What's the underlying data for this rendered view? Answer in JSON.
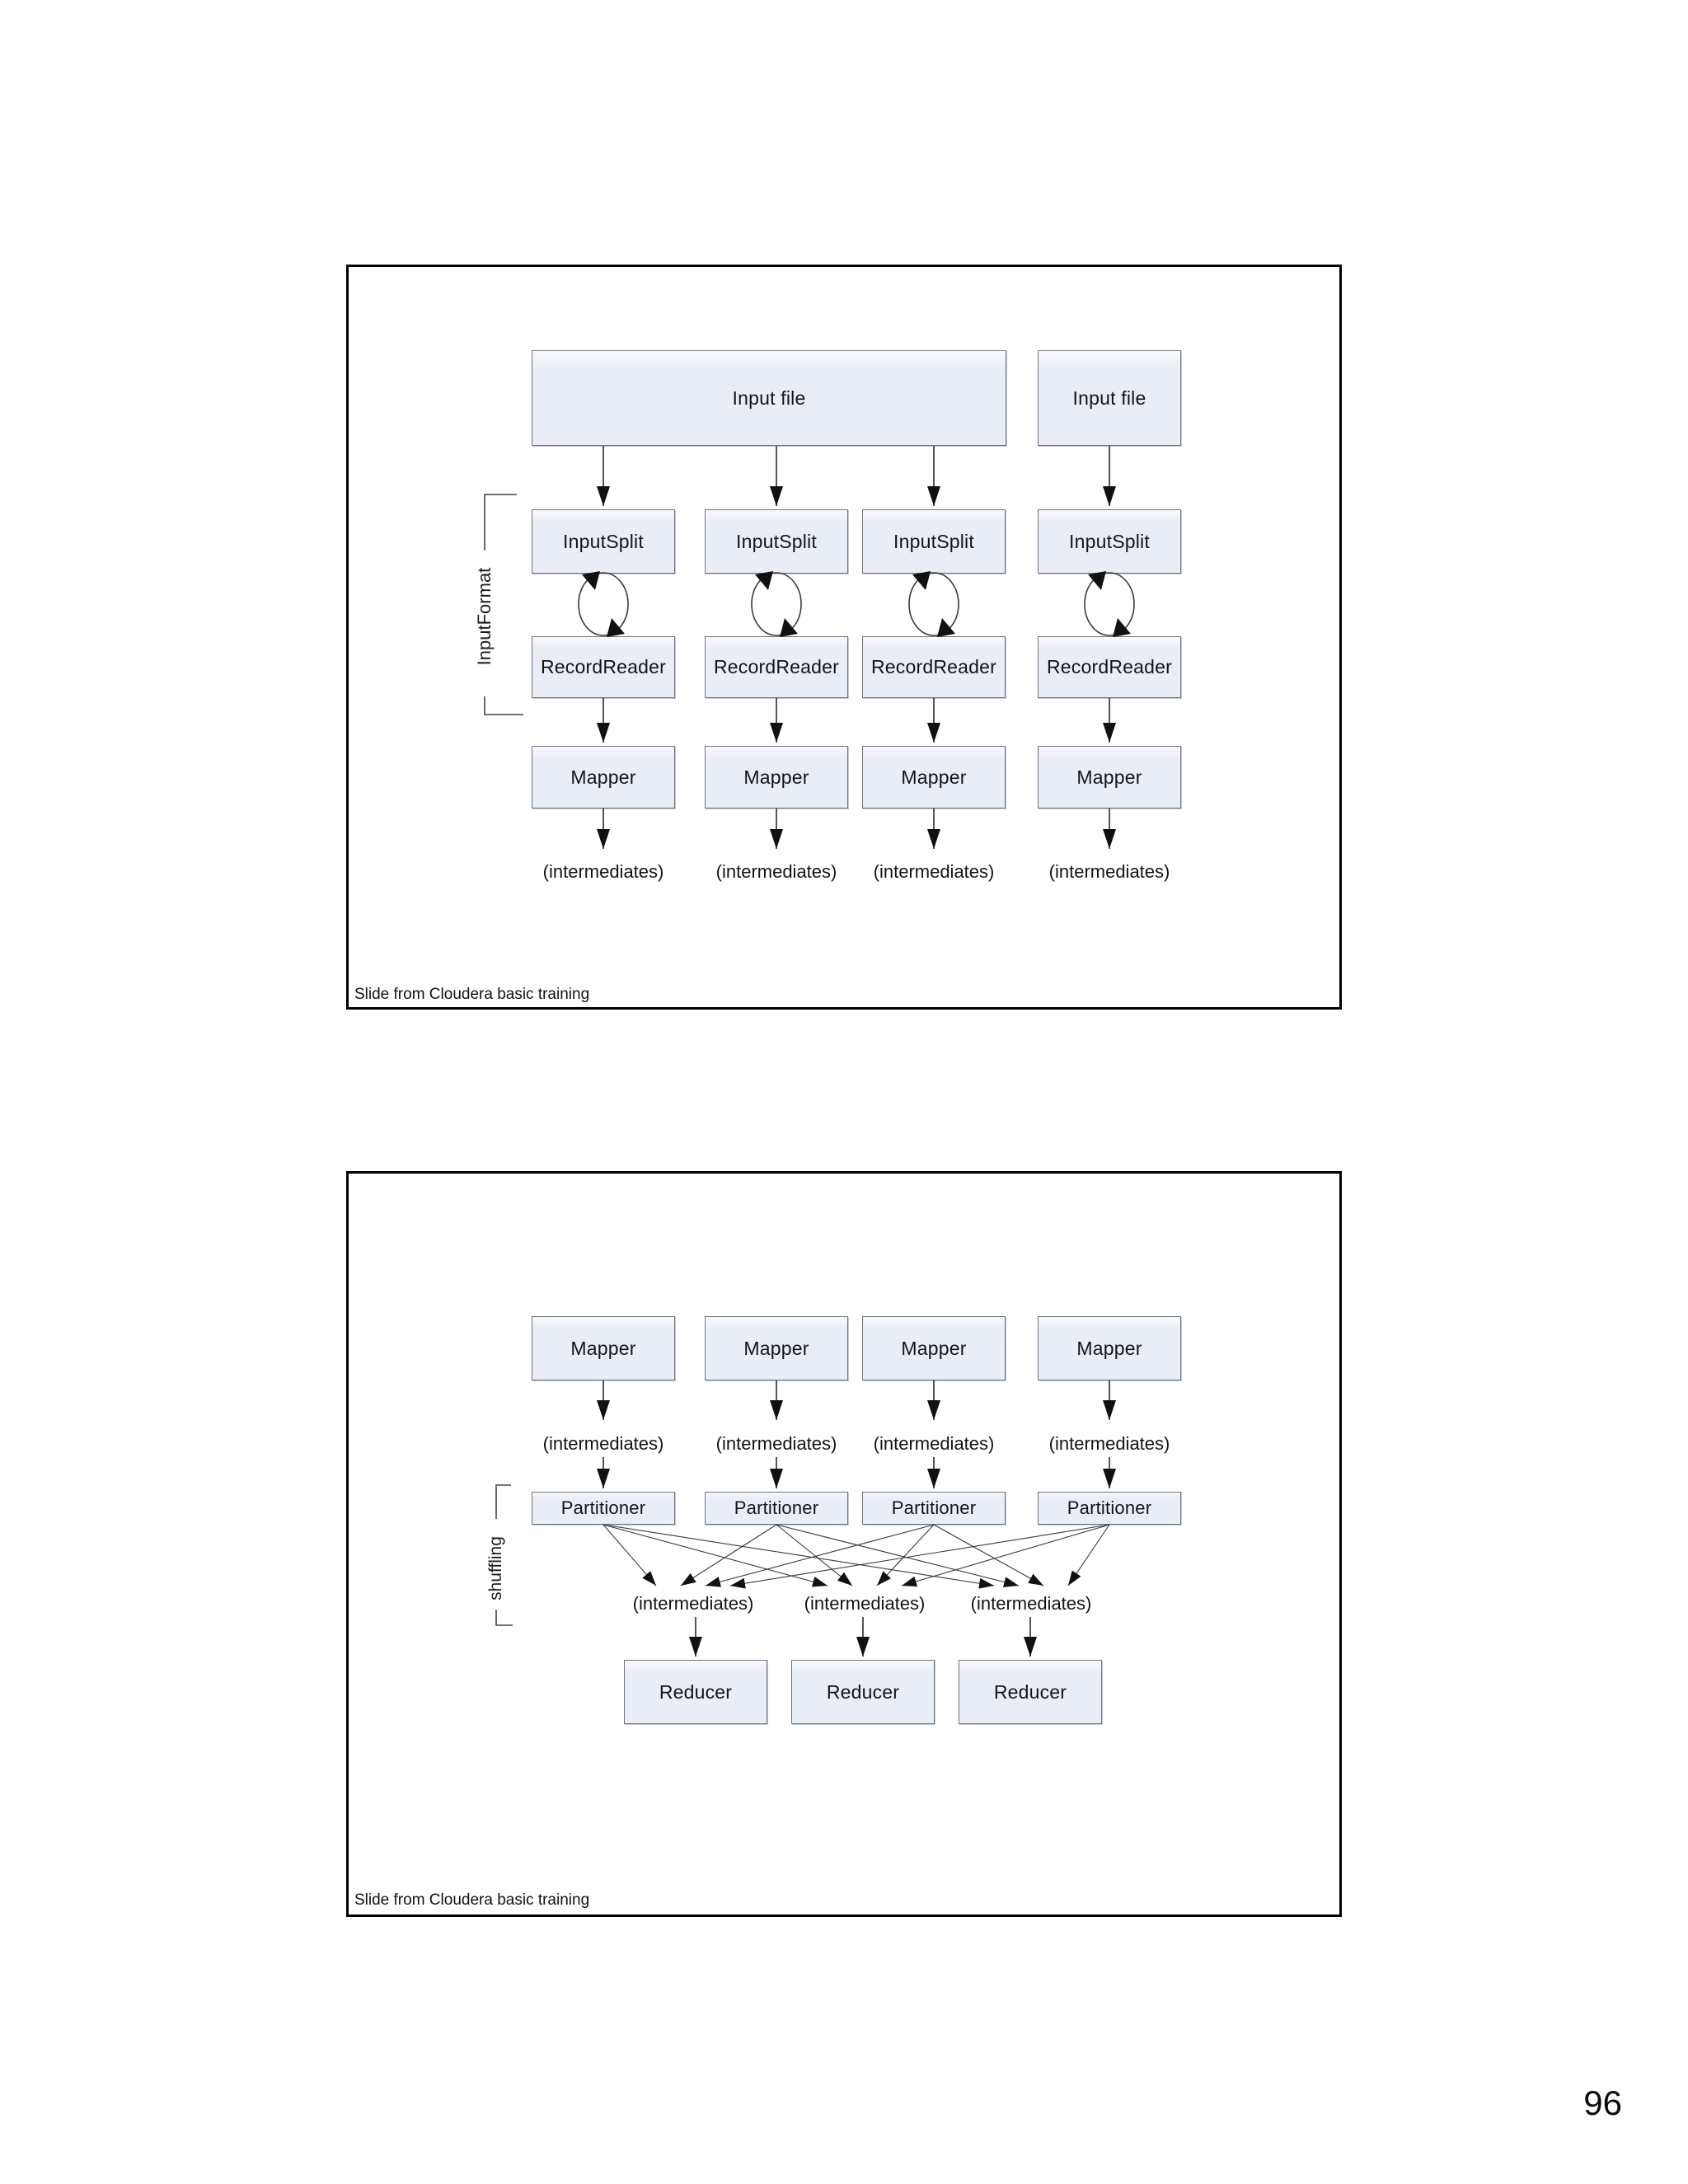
{
  "page": {
    "number": "96"
  },
  "colors": {
    "box_fill": "#e9eef6",
    "box_border": "#6b7480",
    "frame_border": "#000000",
    "connector": "#2b2b2b"
  },
  "slide1": {
    "input_files": [
      "Input file",
      "Input file"
    ],
    "bracket_label": "InputFormat",
    "columns": [
      {
        "input_split": "InputSplit",
        "record_reader": "RecordReader",
        "mapper": "Mapper",
        "intermediates": "(intermediates)"
      },
      {
        "input_split": "InputSplit",
        "record_reader": "RecordReader",
        "mapper": "Mapper",
        "intermediates": "(intermediates)"
      },
      {
        "input_split": "InputSplit",
        "record_reader": "RecordReader",
        "mapper": "Mapper",
        "intermediates": "(intermediates)"
      },
      {
        "input_split": "InputSplit",
        "record_reader": "RecordReader",
        "mapper": "Mapper",
        "intermediates": "(intermediates)"
      }
    ],
    "footer": "Slide from Cloudera basic training"
  },
  "slide2": {
    "bracket_label": "shuffling",
    "mapper_columns": [
      {
        "mapper": "Mapper",
        "intermediates": "(intermediates)",
        "partitioner": "Partitioner"
      },
      {
        "mapper": "Mapper",
        "intermediates": "(intermediates)",
        "partitioner": "Partitioner"
      },
      {
        "mapper": "Mapper",
        "intermediates": "(intermediates)",
        "partitioner": "Partitioner"
      },
      {
        "mapper": "Mapper",
        "intermediates": "(intermediates)",
        "partitioner": "Partitioner"
      }
    ],
    "reducer_columns": [
      {
        "intermediates": "(intermediates)",
        "reducer": "Reducer"
      },
      {
        "intermediates": "(intermediates)",
        "reducer": "Reducer"
      },
      {
        "intermediates": "(intermediates)",
        "reducer": "Reducer"
      }
    ],
    "footer": "Slide from Cloudera basic training"
  }
}
